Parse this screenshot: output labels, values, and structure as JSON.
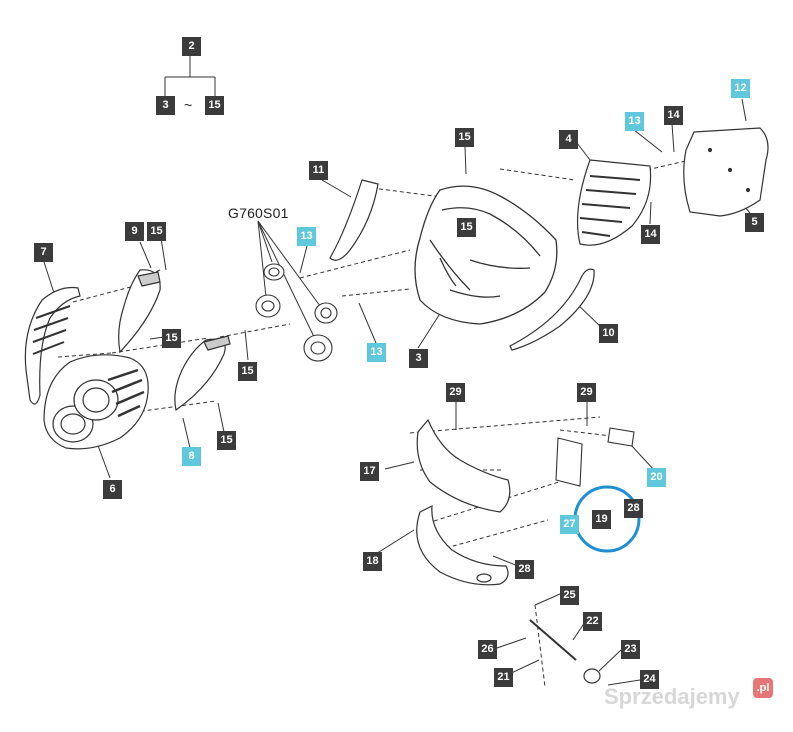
{
  "diagram": {
    "tree": {
      "root": "2",
      "range_from": "3",
      "range_separator": "~",
      "range_to": "15"
    },
    "assembly_code": "G760S01",
    "callouts": [
      {
        "id": "c2",
        "label": "2",
        "color": "dark"
      },
      {
        "id": "c3a",
        "label": "3",
        "color": "dark"
      },
      {
        "id": "c15a",
        "label": "15",
        "color": "dark"
      },
      {
        "id": "c7",
        "label": "7",
        "color": "dark"
      },
      {
        "id": "c9",
        "label": "9",
        "color": "dark"
      },
      {
        "id": "c15b",
        "label": "15",
        "color": "dark"
      },
      {
        "id": "c15c",
        "label": "15",
        "color": "dark"
      },
      {
        "id": "c6",
        "label": "6",
        "color": "dark"
      },
      {
        "id": "c8",
        "label": "8",
        "color": "cyan"
      },
      {
        "id": "c15d",
        "label": "15",
        "color": "dark"
      },
      {
        "id": "c15e",
        "label": "15",
        "color": "dark"
      },
      {
        "id": "c13a",
        "label": "13",
        "color": "cyan"
      },
      {
        "id": "c13b",
        "label": "13",
        "color": "cyan"
      },
      {
        "id": "c11",
        "label": "11",
        "color": "dark"
      },
      {
        "id": "c15f",
        "label": "15",
        "color": "dark"
      },
      {
        "id": "c15g",
        "label": "15",
        "color": "dark"
      },
      {
        "id": "c3b",
        "label": "3",
        "color": "dark"
      },
      {
        "id": "c4",
        "label": "4",
        "color": "dark"
      },
      {
        "id": "c13c",
        "label": "13",
        "color": "cyan"
      },
      {
        "id": "c14a",
        "label": "14",
        "color": "dark"
      },
      {
        "id": "c14b",
        "label": "14",
        "color": "dark"
      },
      {
        "id": "c12",
        "label": "12",
        "color": "cyan"
      },
      {
        "id": "c5",
        "label": "5",
        "color": "dark"
      },
      {
        "id": "c10",
        "label": "10",
        "color": "dark"
      },
      {
        "id": "c29a",
        "label": "29",
        "color": "dark"
      },
      {
        "id": "c29b",
        "label": "29",
        "color": "dark"
      },
      {
        "id": "c17",
        "label": "17",
        "color": "dark"
      },
      {
        "id": "c20",
        "label": "20",
        "color": "cyan"
      },
      {
        "id": "c27",
        "label": "27",
        "color": "cyan"
      },
      {
        "id": "c19",
        "label": "19",
        "color": "dark"
      },
      {
        "id": "c28a",
        "label": "28",
        "color": "dark"
      },
      {
        "id": "c18",
        "label": "18",
        "color": "dark"
      },
      {
        "id": "c28b",
        "label": "28",
        "color": "dark"
      },
      {
        "id": "c25",
        "label": "25",
        "color": "dark"
      },
      {
        "id": "c22",
        "label": "22",
        "color": "dark"
      },
      {
        "id": "c26",
        "label": "26",
        "color": "dark"
      },
      {
        "id": "c23",
        "label": "23",
        "color": "dark"
      },
      {
        "id": "c21",
        "label": "21",
        "color": "dark"
      },
      {
        "id": "c24",
        "label": "24",
        "color": "dark"
      }
    ],
    "highlight": {
      "target": "19",
      "color": "#1e8fd0"
    },
    "colors": {
      "dark_tag": "#3b3b3b",
      "cyan_tag": "#5fc8dc",
      "line": "#333333"
    }
  },
  "watermark": {
    "text": "Sprzedajemy",
    "badge": ".pl"
  }
}
